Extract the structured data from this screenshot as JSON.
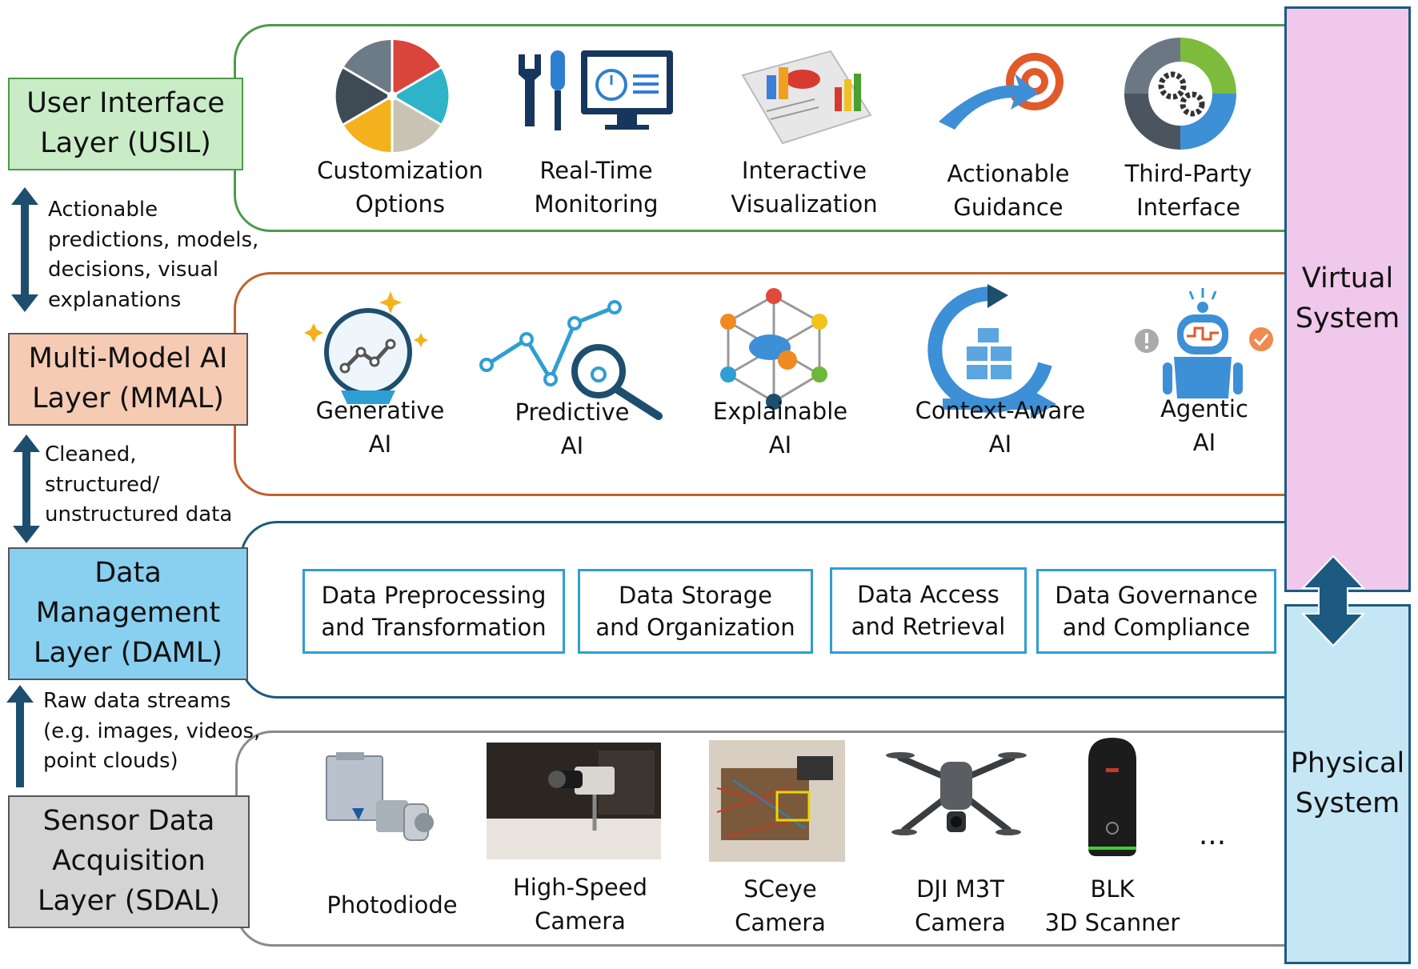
{
  "layers": [
    {
      "label": "User Interface\nLayer (USIL)",
      "color": "#c9ecc7",
      "border": "#4f9a4a"
    },
    {
      "label": "Multi-Model AI\nLayer (MMAL)",
      "color": "#f5cbb4",
      "border": "#555555"
    },
    {
      "label": "Data\nManagement\nLayer (DAML)",
      "color": "#88cff0",
      "border": "#555555"
    },
    {
      "label": "Sensor Data\nAcquisition\nLayer (SDAL)",
      "color": "#d4d4d4",
      "border": "#555555"
    }
  ],
  "flows": [
    {
      "text": "Actionable\npredictions, models,\ndecisions, visual\nexplanations",
      "direction": "bidirectional"
    },
    {
      "text": "Cleaned,\nstructured/\nunstructured data",
      "direction": "bidirectional"
    },
    {
      "text": "Raw data streams\n(e.g. images, videos,\npoint clouds)",
      "direction": "up"
    }
  ],
  "usil_items": [
    {
      "label": "Customization\nOptions",
      "icon": "pie-wheel-icon"
    },
    {
      "label": "Real-Time\nMonitoring",
      "icon": "tools-monitor-icon"
    },
    {
      "label": "Interactive\nVisualization",
      "icon": "report-charts-icon"
    },
    {
      "label": "Actionable\nGuidance",
      "icon": "arrow-target-icon"
    },
    {
      "label": "Third-Party\nInterface",
      "icon": "gears-cycle-icon"
    }
  ],
  "mmal_items": [
    {
      "label": "Generative\nAI",
      "icon": "crystal-ball-icon"
    },
    {
      "label": "Predictive\nAI",
      "icon": "trend-magnifier-icon"
    },
    {
      "label": "Explainable\nAI",
      "icon": "network-cloud-icon"
    },
    {
      "label": "Context-Aware\nAI",
      "icon": "cycle-boxes-icon"
    },
    {
      "label": "Agentic\nAI",
      "icon": "robot-icon"
    }
  ],
  "daml_items": [
    {
      "label": "Data Preprocessing\nand Transformation"
    },
    {
      "label": "Data Storage\nand Organization"
    },
    {
      "label": "Data Access\nand Retrieval"
    },
    {
      "label": "Data Governance\nand Compliance"
    }
  ],
  "sdal_items": [
    {
      "label": "Photodiode",
      "icon": "photodiode-image"
    },
    {
      "label": "High-Speed\nCamera",
      "icon": "high-speed-camera-image"
    },
    {
      "label": "SCeye\nCamera",
      "icon": "sceye-camera-image"
    },
    {
      "label": "DJI M3T\nCamera",
      "icon": "drone-image"
    },
    {
      "label": "BLK\n3D Scanner",
      "icon": "scanner-image"
    }
  ],
  "sdal_more": "...",
  "systems": {
    "virtual": {
      "label": "Virtual\nSystem",
      "color": "#f0c8eb"
    },
    "physical": {
      "label": "Physical\nSystem",
      "color": "#c5e6f5"
    }
  },
  "band_colors": {
    "usil": "#4f9a4a",
    "mmal": "#c0622c",
    "daml": "#1d5a80",
    "sdal": "#8a8a8a"
  }
}
